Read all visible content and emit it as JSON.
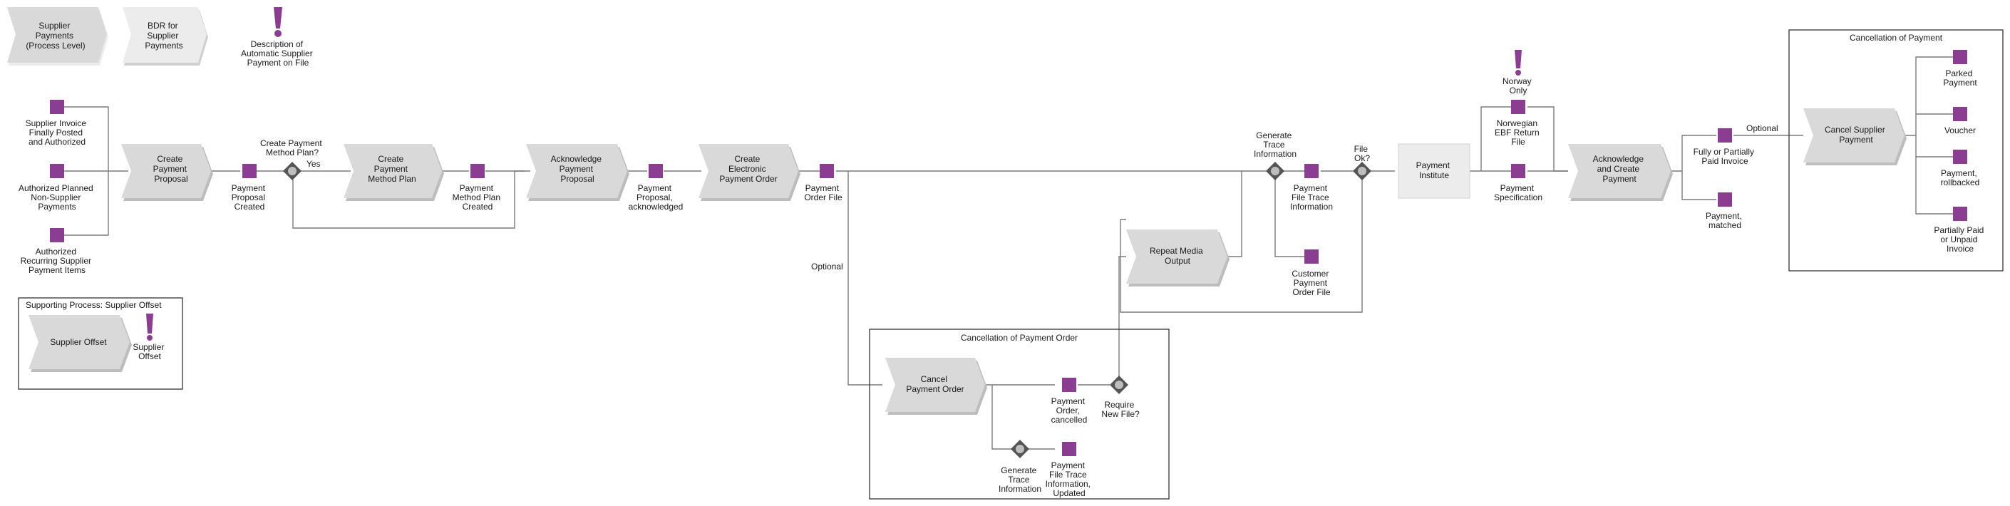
{
  "colors": {
    "event": "#8b3d92",
    "function": "#d9d9d9",
    "link": "#ececec",
    "connector": "#7a7a7a",
    "gateway": "#555555"
  },
  "icons": {
    "note": "exclamation-icon",
    "event": "square-event-icon",
    "gateway": "xor-gateway-icon"
  },
  "diagram": {
    "process_level": [
      "Supplier",
      "Payments",
      "(Process Level)"
    ],
    "bdr": [
      "BDR for",
      "Supplier",
      "Payments"
    ],
    "description_note": [
      "Description of",
      "Automatic Supplier",
      "Payment on File"
    ],
    "events": {
      "invoice_posted": [
        "Supplier Invoice",
        "Finally Posted",
        "and Authorized"
      ],
      "planned_payments": [
        "Authorized Planned",
        "Non-Supplier",
        "Payments"
      ],
      "recurring_items": [
        "Authorized",
        "Recurring Supplier",
        "Payment Items"
      ],
      "proposal_created": [
        "Payment",
        "Proposal",
        "Created"
      ],
      "method_plan_created": [
        "Payment",
        "Method Plan",
        "Created"
      ],
      "proposal_ack": [
        "Payment",
        "Proposal,",
        "acknowledged"
      ],
      "order_file": [
        "Payment",
        "Order File"
      ],
      "trace_info": [
        "Payment",
        "File Trace",
        "Information"
      ],
      "customer_file": [
        "Customer",
        "Payment",
        "Order File"
      ],
      "ebf_return": [
        "Norwegian",
        "EBF Return",
        "File"
      ],
      "specification": [
        "Payment",
        "Specification"
      ],
      "paid_invoice": [
        "Fully or Partially",
        "Paid Invoice"
      ],
      "matched": [
        "Payment,",
        "matched"
      ],
      "order_cancelled": [
        "Payment",
        "Order,",
        "cancelled"
      ],
      "trace_updated": [
        "Payment",
        "File Trace",
        "Information,",
        "Updated"
      ],
      "parked": [
        "Parked",
        "Payment"
      ],
      "voucher": [
        "Voucher"
      ],
      "rollbacked": [
        "Payment,",
        "rollbacked"
      ],
      "unpaid": [
        "Partially Paid",
        "or Unpaid",
        "Invoice"
      ]
    },
    "functions": {
      "create_proposal": [
        "Create",
        "Payment",
        "Proposal"
      ],
      "create_method_plan": [
        "Create",
        "Payment",
        "Method Plan"
      ],
      "ack_proposal": [
        "Acknowledge",
        "Payment",
        "Proposal"
      ],
      "create_order": [
        "Create",
        "Electronic",
        "Payment Order"
      ],
      "payment_institute": [
        "Payment",
        "Institute"
      ],
      "ack_create_payment": [
        "Acknowledge",
        "and Create",
        "Payment"
      ],
      "cancel_supplier_payment": [
        "Cancel Supplier",
        "Payment"
      ],
      "repeat_media": [
        "Repeat Media",
        "Output"
      ],
      "cancel_payment_order": [
        "Cancel",
        "Payment Order"
      ],
      "supplier_offset": [
        "Supplier Offset"
      ]
    },
    "gateways": {
      "method_plan_q": [
        "Create Payment",
        "Method Plan?"
      ],
      "generate_trace": [
        "Generate",
        "Trace",
        "Information"
      ],
      "file_ok": [
        "File",
        "Ok?"
      ],
      "require_new_file": [
        "Require",
        "New File?"
      ],
      "generate_trace_2": [
        "Generate",
        "Trace",
        "Information"
      ]
    },
    "notes": {
      "norway_only": [
        "Norway",
        "Only"
      ],
      "supplier_offset": [
        "Supplier",
        "Offset"
      ]
    },
    "labels": {
      "yes": "Yes",
      "optional_1": "Optional",
      "optional_2": "Optional"
    },
    "frames": {
      "supporting": "Supporting Process: Supplier Offset",
      "cancel_order": "Cancellation of Payment Order",
      "cancel_payment": "Cancellation of Payment"
    }
  }
}
